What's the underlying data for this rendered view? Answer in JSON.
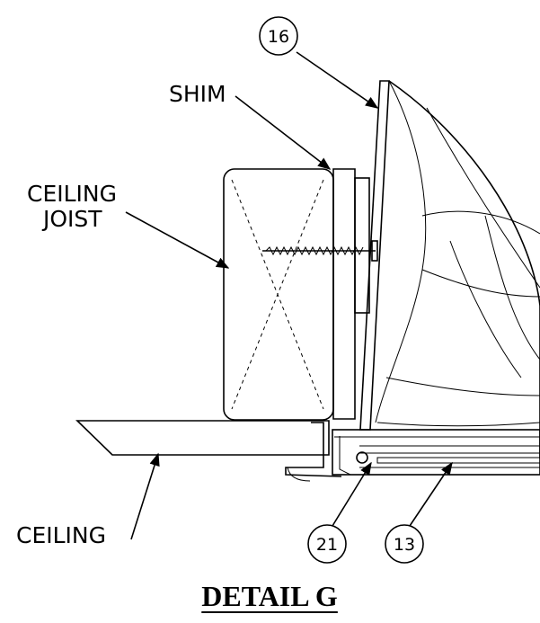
{
  "title": "DETAIL G",
  "labels": {
    "shim": "SHIM",
    "ceiling_joist_line1": "CEILING",
    "ceiling_joist_line2": "JOIST",
    "ceiling": "CEILING"
  },
  "callouts": [
    {
      "id": "callout-16",
      "number": "16"
    },
    {
      "id": "callout-21",
      "number": "21"
    },
    {
      "id": "callout-13",
      "number": "13"
    }
  ]
}
